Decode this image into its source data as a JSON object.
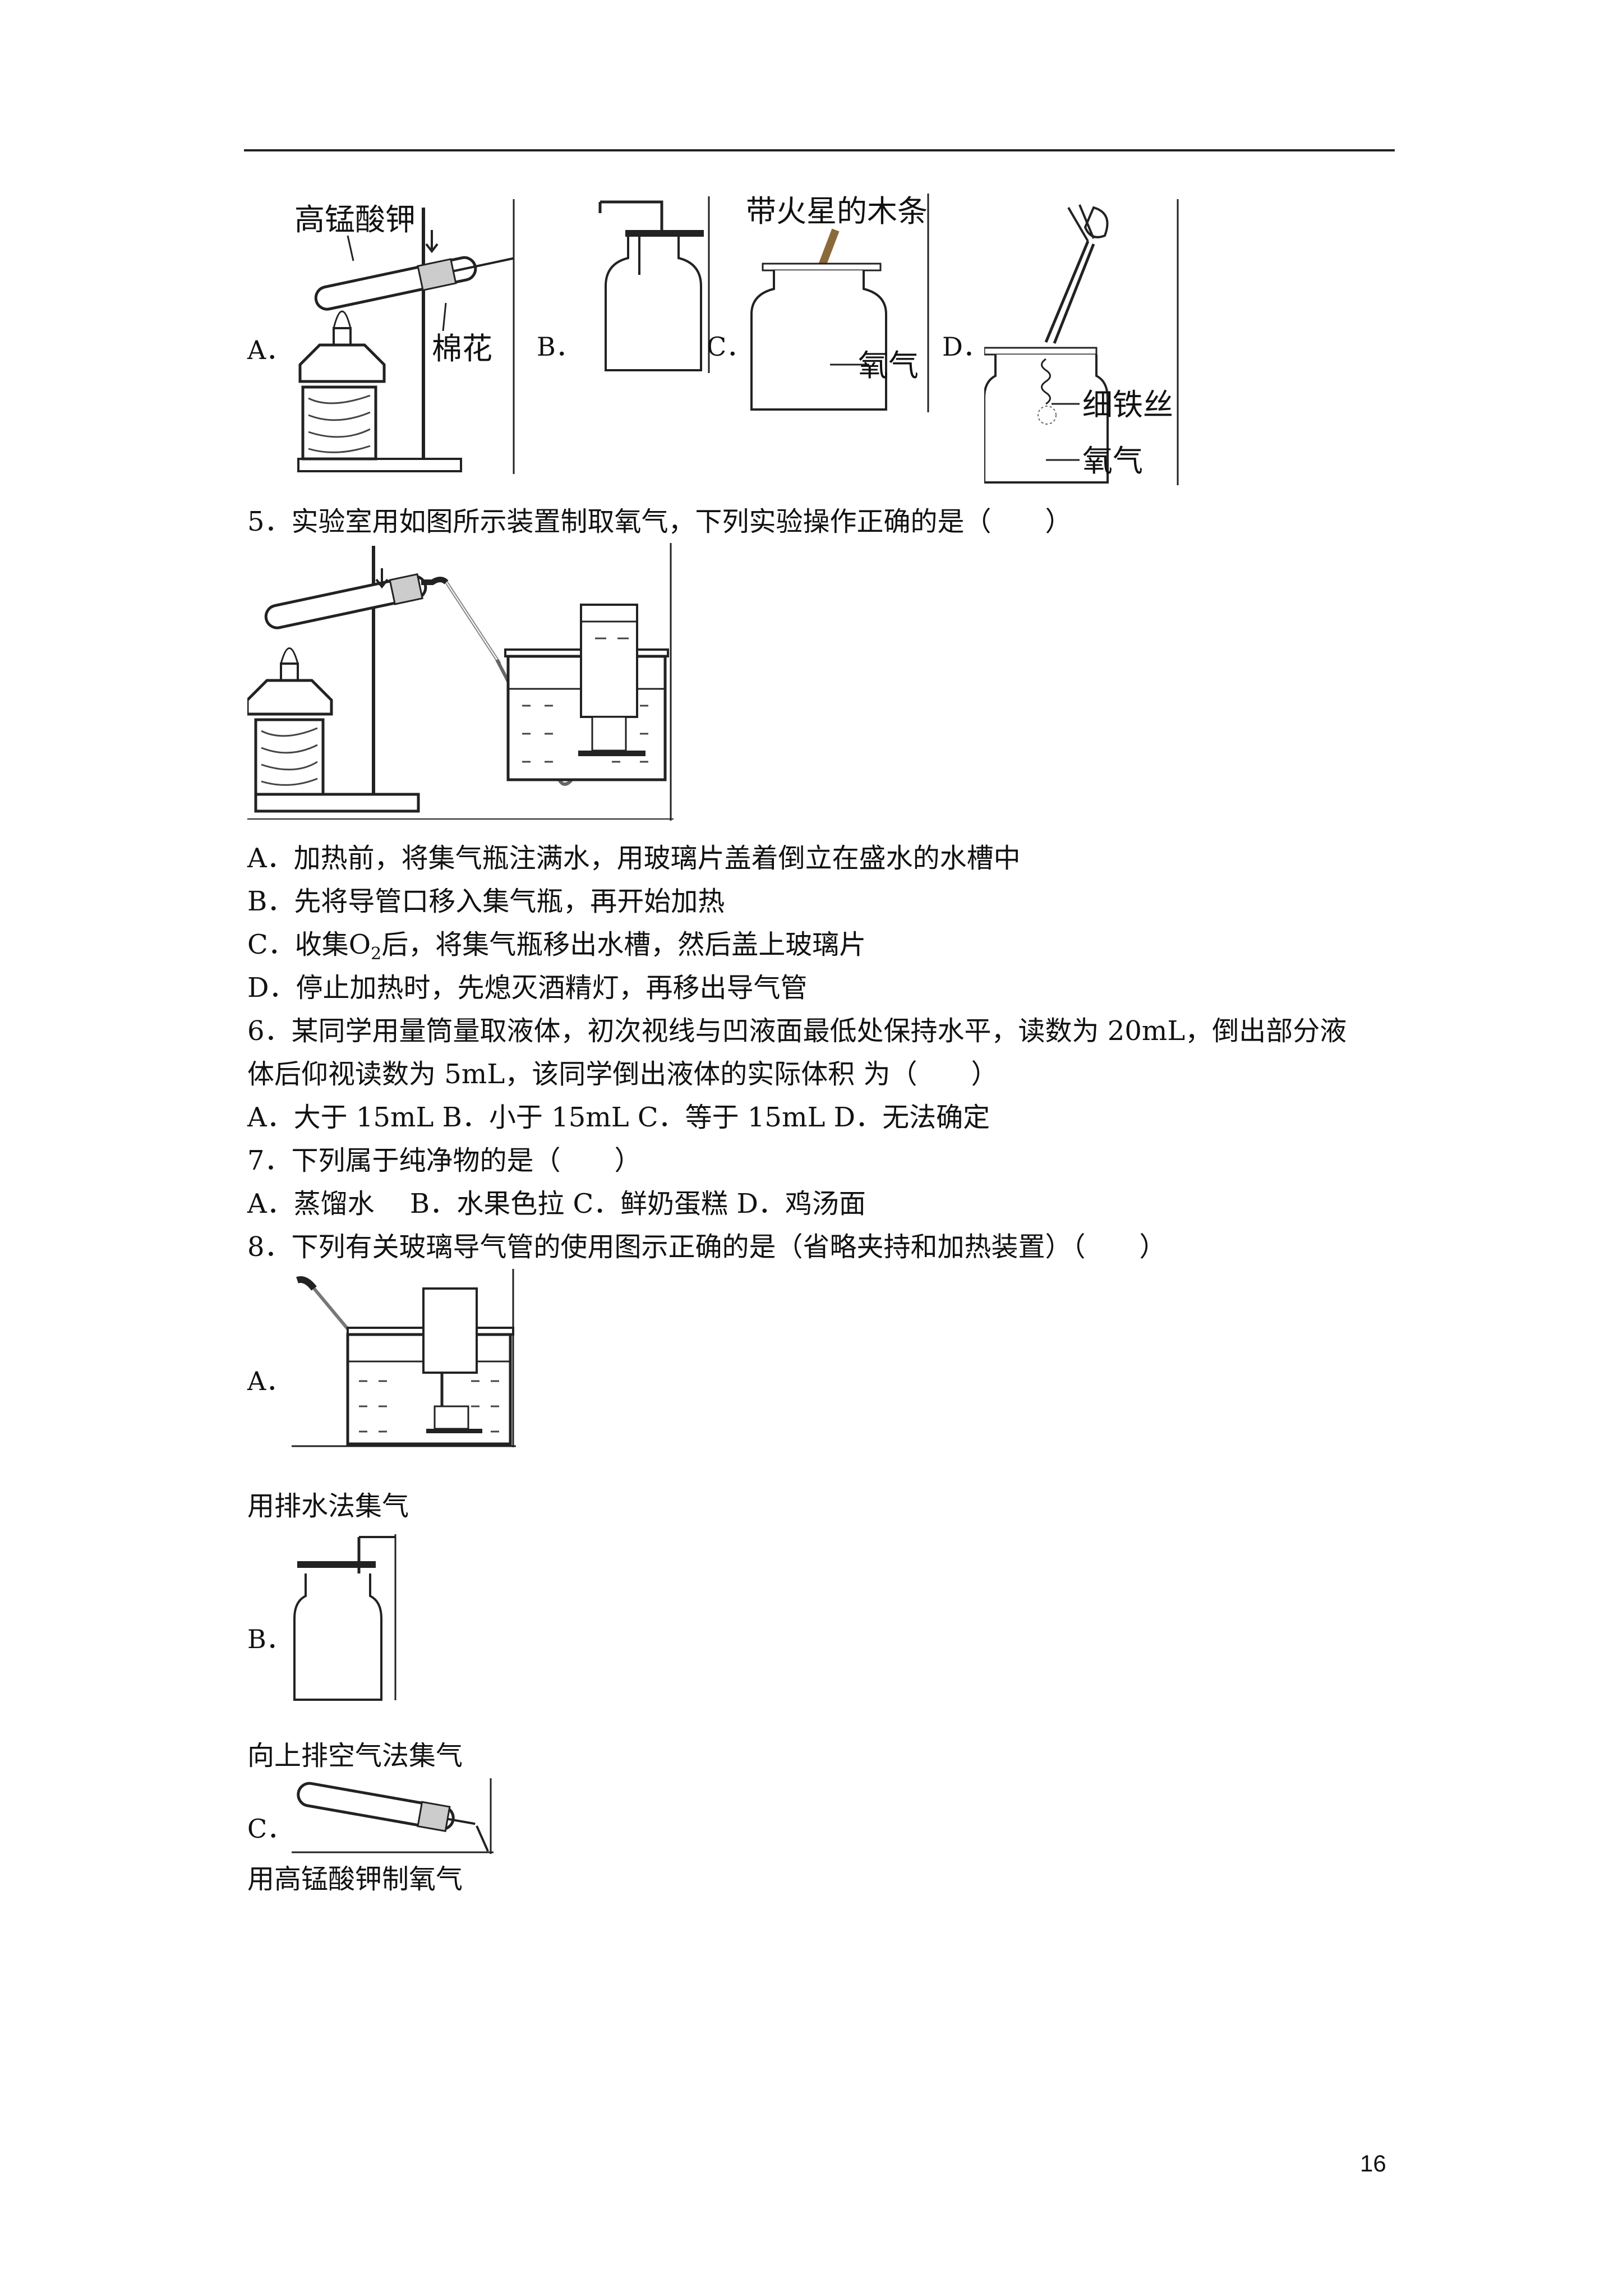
{
  "top_figures": {
    "A": {
      "label": "A．",
      "text_kmno4": "高锰酸钾",
      "text_cotton": "棉花"
    },
    "B": {
      "label": "B．"
    },
    "C": {
      "label": "C．",
      "text_splint": "带火星的木条",
      "text_oxygen": "氧气"
    },
    "D": {
      "label": "D．",
      "text_wire": "细铁丝",
      "text_oxygen": "氧气"
    }
  },
  "q5": {
    "stem": "5．实验室用如图所示装置制取氧气，下列实验操作正确的是（　　）",
    "options": [
      "A．加热前，将集气瓶注满水，用玻璃片盖着倒立在盛水的水槽中",
      "B．先将导管口移入集气瓶，再开始加热",
      "C．收集O",
      "D．停止加热时，先熄灭酒精灯，再移出导气管"
    ],
    "option_c_sub": "2",
    "option_c_rest": "后，将集气瓶移出水槽，然后盖上玻璃片"
  },
  "q6": {
    "stem_line1": "6．某同学用量筒量取液体，初次视线与凹液面最低处保持水平，读数为 20mL，倒出部分液",
    "stem_line2": "体后仰视读数为 5mL，该同学倒出液体的实际体积 为（　　）",
    "options": "A．大于 15mL B．小于 15mL C．等于 15mL D．无法确定"
  },
  "q7": {
    "stem": "7．下列属于纯净物的是（　　）",
    "options": "A．蒸馏水　 B．水果色拉 C．鲜奶蛋糕 D．鸡汤面"
  },
  "q8": {
    "stem": "8．下列有关玻璃导气管的使用图示正确的是（省略夹持和加热装置）（　　）",
    "A": {
      "label": "A．",
      "caption": "用排水法集气"
    },
    "B": {
      "label": "B．",
      "caption": "向上排空气法集气"
    },
    "C": {
      "label": "C．",
      "caption": "用高锰酸钾制氧气"
    }
  },
  "page_number": "16"
}
